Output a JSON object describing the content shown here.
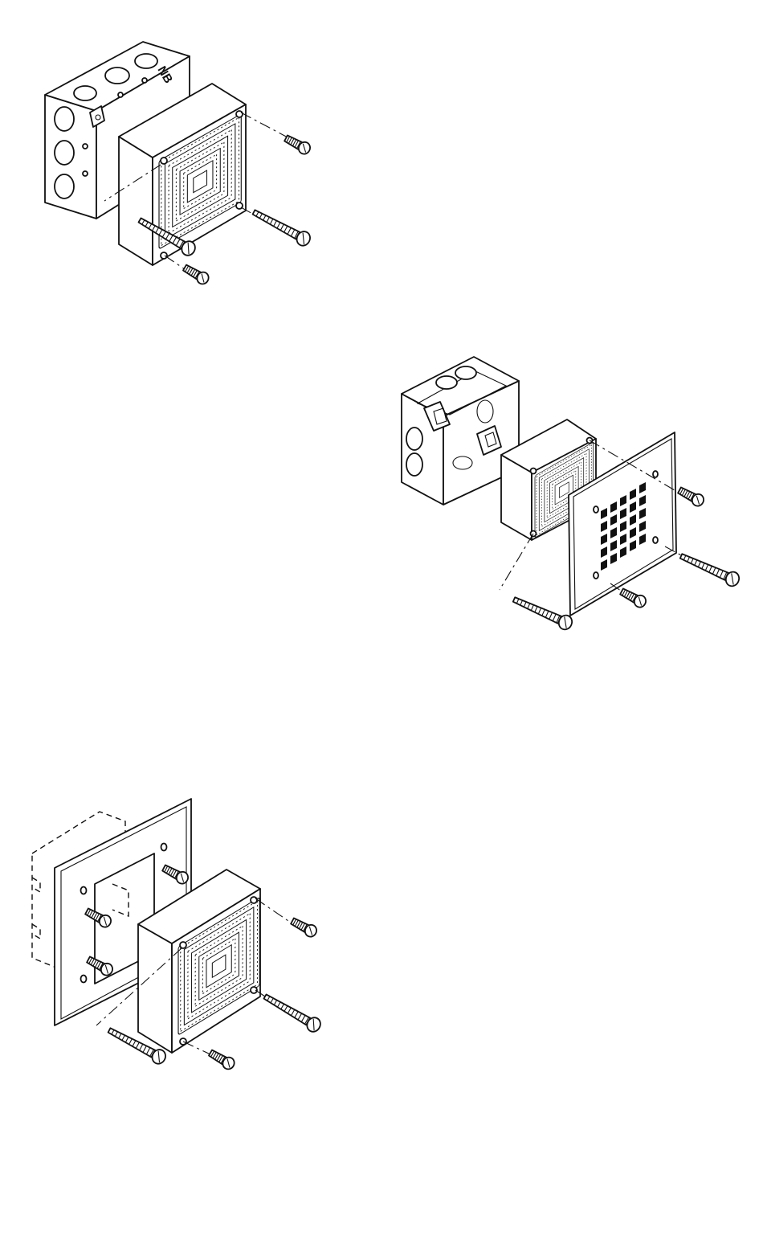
{
  "figures": [
    {
      "id": "figure-1",
      "box_label": "NB"
    },
    {
      "id": "figure-2"
    },
    {
      "id": "figure-3"
    }
  ]
}
